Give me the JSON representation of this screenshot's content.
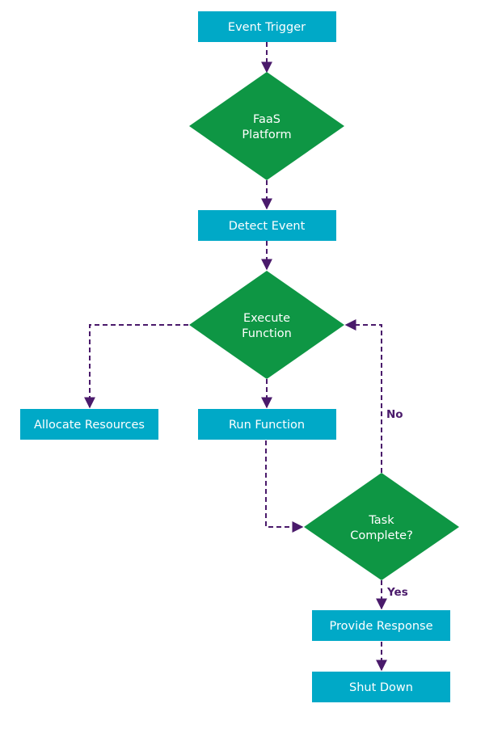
{
  "colors": {
    "process_fill": "#00a9c7",
    "decision_fill": "#0e9644",
    "node_text": "#ffffff",
    "edge": "#4a1a6b",
    "edge_label": "#4a1a6b",
    "background": "#ffffff"
  },
  "nodes": {
    "event_trigger": {
      "label": "Event Trigger"
    },
    "faas_platform": {
      "line1": "FaaS",
      "line2": "Platform"
    },
    "detect_event": {
      "label": "Detect Event"
    },
    "execute_function": {
      "line1": "Execute",
      "line2": "Function"
    },
    "allocate_resources": {
      "label": "Allocate Resources"
    },
    "run_function": {
      "label": "Run Function"
    },
    "task_complete": {
      "line1": "Task",
      "line2": "Complete?"
    },
    "provide_response": {
      "label": "Provide Response"
    },
    "shut_down": {
      "label": "Shut Down"
    }
  },
  "edges": {
    "no_label": "No",
    "yes_label": "Yes"
  }
}
